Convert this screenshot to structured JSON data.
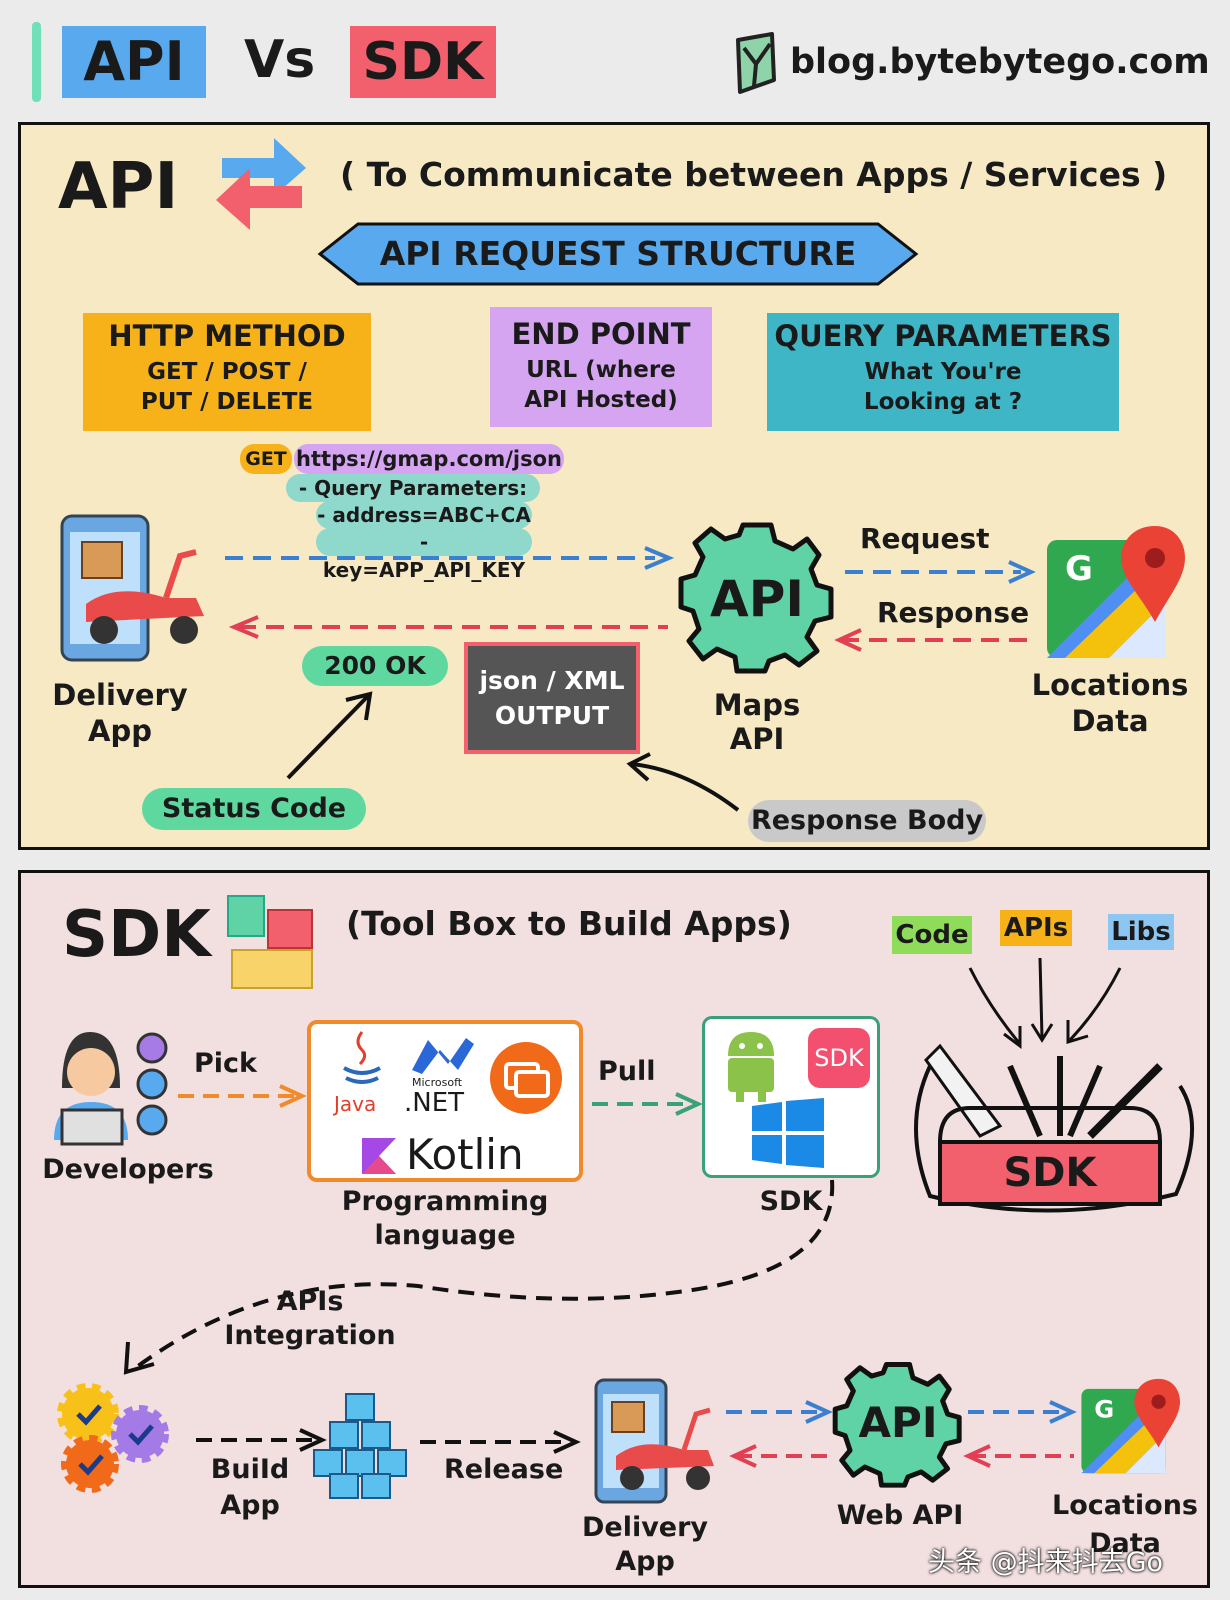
{
  "header": {
    "title_left": "API",
    "title_vs": "Vs",
    "title_right": "SDK",
    "site": "blog.bytebytego.com"
  },
  "api": {
    "title": "API",
    "subtitle": "( To Communicate between Apps / Services )",
    "banner": "API REQUEST STRUCTURE",
    "boxes": [
      {
        "title": "HTTP METHOD",
        "line1": "GET / POST /",
        "line2": "PUT / DELETE"
      },
      {
        "title": "END POINT",
        "line1": "URL (where",
        "line2": "API Hosted)"
      },
      {
        "title": "QUERY PARAMETERS",
        "line1": "What You're",
        "line2": "Looking at ?"
      }
    ],
    "request": {
      "method": "GET",
      "url": "https://gmap.com/json",
      "qp_label": "- Query Parameters:",
      "qp1": "- address=ABC+CA",
      "qp2": "- key=APP_API_KEY"
    },
    "delivery_label_1": "Delivery",
    "delivery_label_2": "App",
    "gear_text": "API",
    "gear_label": "Maps API",
    "request_label": "Request",
    "response_label": "Response",
    "locations_1": "Locations",
    "locations_2": "Data",
    "status_ok": "200 OK",
    "output_1": "json / XML",
    "output_2": "OUTPUT",
    "status_code": "Status Code",
    "response_body": "Response Body"
  },
  "sdk": {
    "title": "SDK",
    "subtitle": "(Tool Box to Build Apps)",
    "tags": [
      "Code",
      "APIs",
      "Libs"
    ],
    "developers": "Developers",
    "pick": "Pick",
    "pull": "Pull",
    "lang_java": "Java",
    "lang_ms": "Microsoft",
    "lang_net": ".NET",
    "lang_kotlin": "Kotlin",
    "prog_1": "Programming",
    "prog_2": "language",
    "sdk_badge": "SDK",
    "sdk_label": "SDK",
    "toolbox_label": "SDK",
    "apis_1": "APIs",
    "apis_2": "Integration",
    "build_1": "BuiId",
    "build_2": "App",
    "release": "Release",
    "delivery_1": "Delivery",
    "delivery_2": "App",
    "gear_text": "API",
    "web_api": "Web API",
    "locations_1": "Locations",
    "locations_2": "Data"
  },
  "watermark": "头条 @抖来抖去Go",
  "colors": {
    "api_bg": "#f6e9c4",
    "sdk_bg": "#f2dfe0",
    "blue": "#59a9ef",
    "red": "#f2606e",
    "orange": "#f7b21a",
    "purple": "#d6a5f2",
    "teal": "#3fb6c6",
    "green": "#5fd8a0",
    "gear": "#5fd3a6"
  }
}
